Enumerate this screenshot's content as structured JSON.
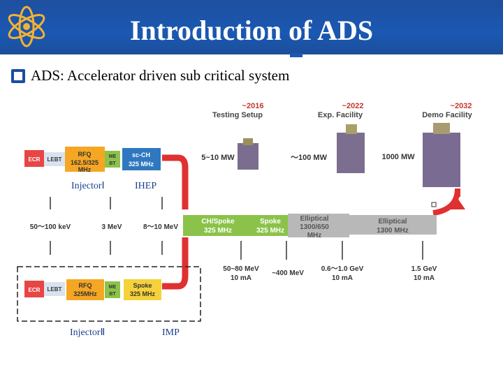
{
  "header": {
    "title": "Introduction of ADS"
  },
  "bullet": {
    "text": "ADS: Accelerator driven sub critical system"
  },
  "timeline": [
    {
      "year": "~2016",
      "name": "Testing Setup",
      "power": "5~10 MW"
    },
    {
      "year": "~2022",
      "name": "Exp. Facility",
      "power": "～100 MW"
    },
    {
      "year": "~2032",
      "name": "Demo Facility",
      "power": "1000 MW"
    }
  ],
  "injector1": {
    "ecr": "ECR",
    "lebt": "LEBT",
    "rfq": "RFQ 162.5/325 MHz",
    "mebt": "ME BT",
    "linac": "sc-CH 325 MHz",
    "label": "InjectorⅠ",
    "institute": "IHEP"
  },
  "injector2": {
    "ecr": "ECR",
    "lebt": "LEBT",
    "rfq": "RFQ 325MHz",
    "mebt": "ME BT",
    "linac": "Spoke 325 MHz",
    "label": "InjectorⅡ",
    "institute": "IMP"
  },
  "energies": [
    "50～100 keV",
    "3 MeV",
    "8～10 MeV"
  ],
  "main_linac": [
    {
      "name": "CH/Spoke 325 MHz"
    },
    {
      "name": "Spoke 325 MHz"
    },
    {
      "name": "Elliptical 1300/650 MHz"
    },
    {
      "name": "Elliptical 1300 MHz"
    }
  ],
  "beam_params": [
    {
      "energy": "50~80 MeV",
      "current": "10 mA"
    },
    {
      "energy": "~400 MeV",
      "current": ""
    },
    {
      "energy": "0.6～1.0 GeV",
      "current": "10 mA"
    },
    {
      "energy": "1.5 GeV",
      "current": "10 mA"
    }
  ],
  "colors": {
    "header": "#1a58b3",
    "red_arrow": "#e03030",
    "orange": "#f5a623",
    "blue_box": "#2f78c0",
    "green": "#8bc34a",
    "grey": "#b8b8b8"
  }
}
